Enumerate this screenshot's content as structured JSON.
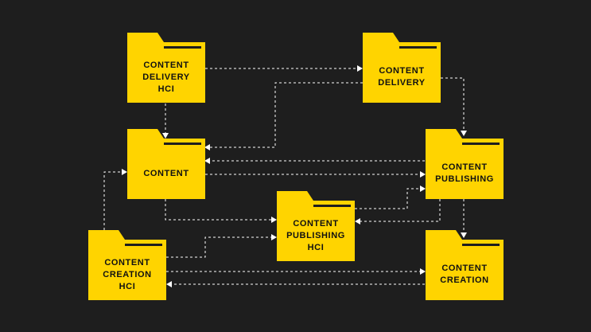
{
  "colors": {
    "background": "#1e1e1e",
    "folder": "#ffd400",
    "folder_tab_line": "#1e1e1e",
    "connector": "#ffffff"
  },
  "nodes": {
    "cd_hci": {
      "lines": [
        "CONTENT",
        "DELIVERY",
        "HCI"
      ],
      "icon": "folder-icon"
    },
    "cd": {
      "lines": [
        "CONTENT",
        "DELIVERY"
      ],
      "icon": "folder-icon"
    },
    "content": {
      "lines": [
        "CONTENT"
      ],
      "icon": "folder-icon"
    },
    "cp": {
      "lines": [
        "CONTENT",
        "PUBLISHING"
      ],
      "icon": "folder-icon"
    },
    "cp_hci": {
      "lines": [
        "CONTENT",
        "PUBLISHING",
        "HCI"
      ],
      "icon": "folder-icon"
    },
    "cc_hci": {
      "lines": [
        "CONTENT",
        "CREATION",
        "HCI"
      ],
      "icon": "folder-icon"
    },
    "cc": {
      "lines": [
        "CONTENT",
        "CREATION"
      ],
      "icon": "folder-icon"
    }
  },
  "edges": [
    {
      "from": "cd_hci",
      "to": "cd"
    },
    {
      "from": "cd_hci",
      "to": "content"
    },
    {
      "from": "cd",
      "to": "content"
    },
    {
      "from": "cd",
      "to": "cp"
    },
    {
      "from": "cp",
      "to": "content"
    },
    {
      "from": "content",
      "to": "cp"
    },
    {
      "from": "content",
      "to": "cp_hci"
    },
    {
      "from": "cp_hci",
      "to": "cp"
    },
    {
      "from": "cp",
      "to": "cp_hci"
    },
    {
      "from": "cc_hci",
      "to": "cp_hci"
    },
    {
      "from": "cc_hci",
      "to": "content"
    },
    {
      "from": "cc_hci",
      "to": "cc"
    },
    {
      "from": "cc",
      "to": "cc_hci"
    },
    {
      "from": "cp",
      "to": "cc"
    }
  ]
}
